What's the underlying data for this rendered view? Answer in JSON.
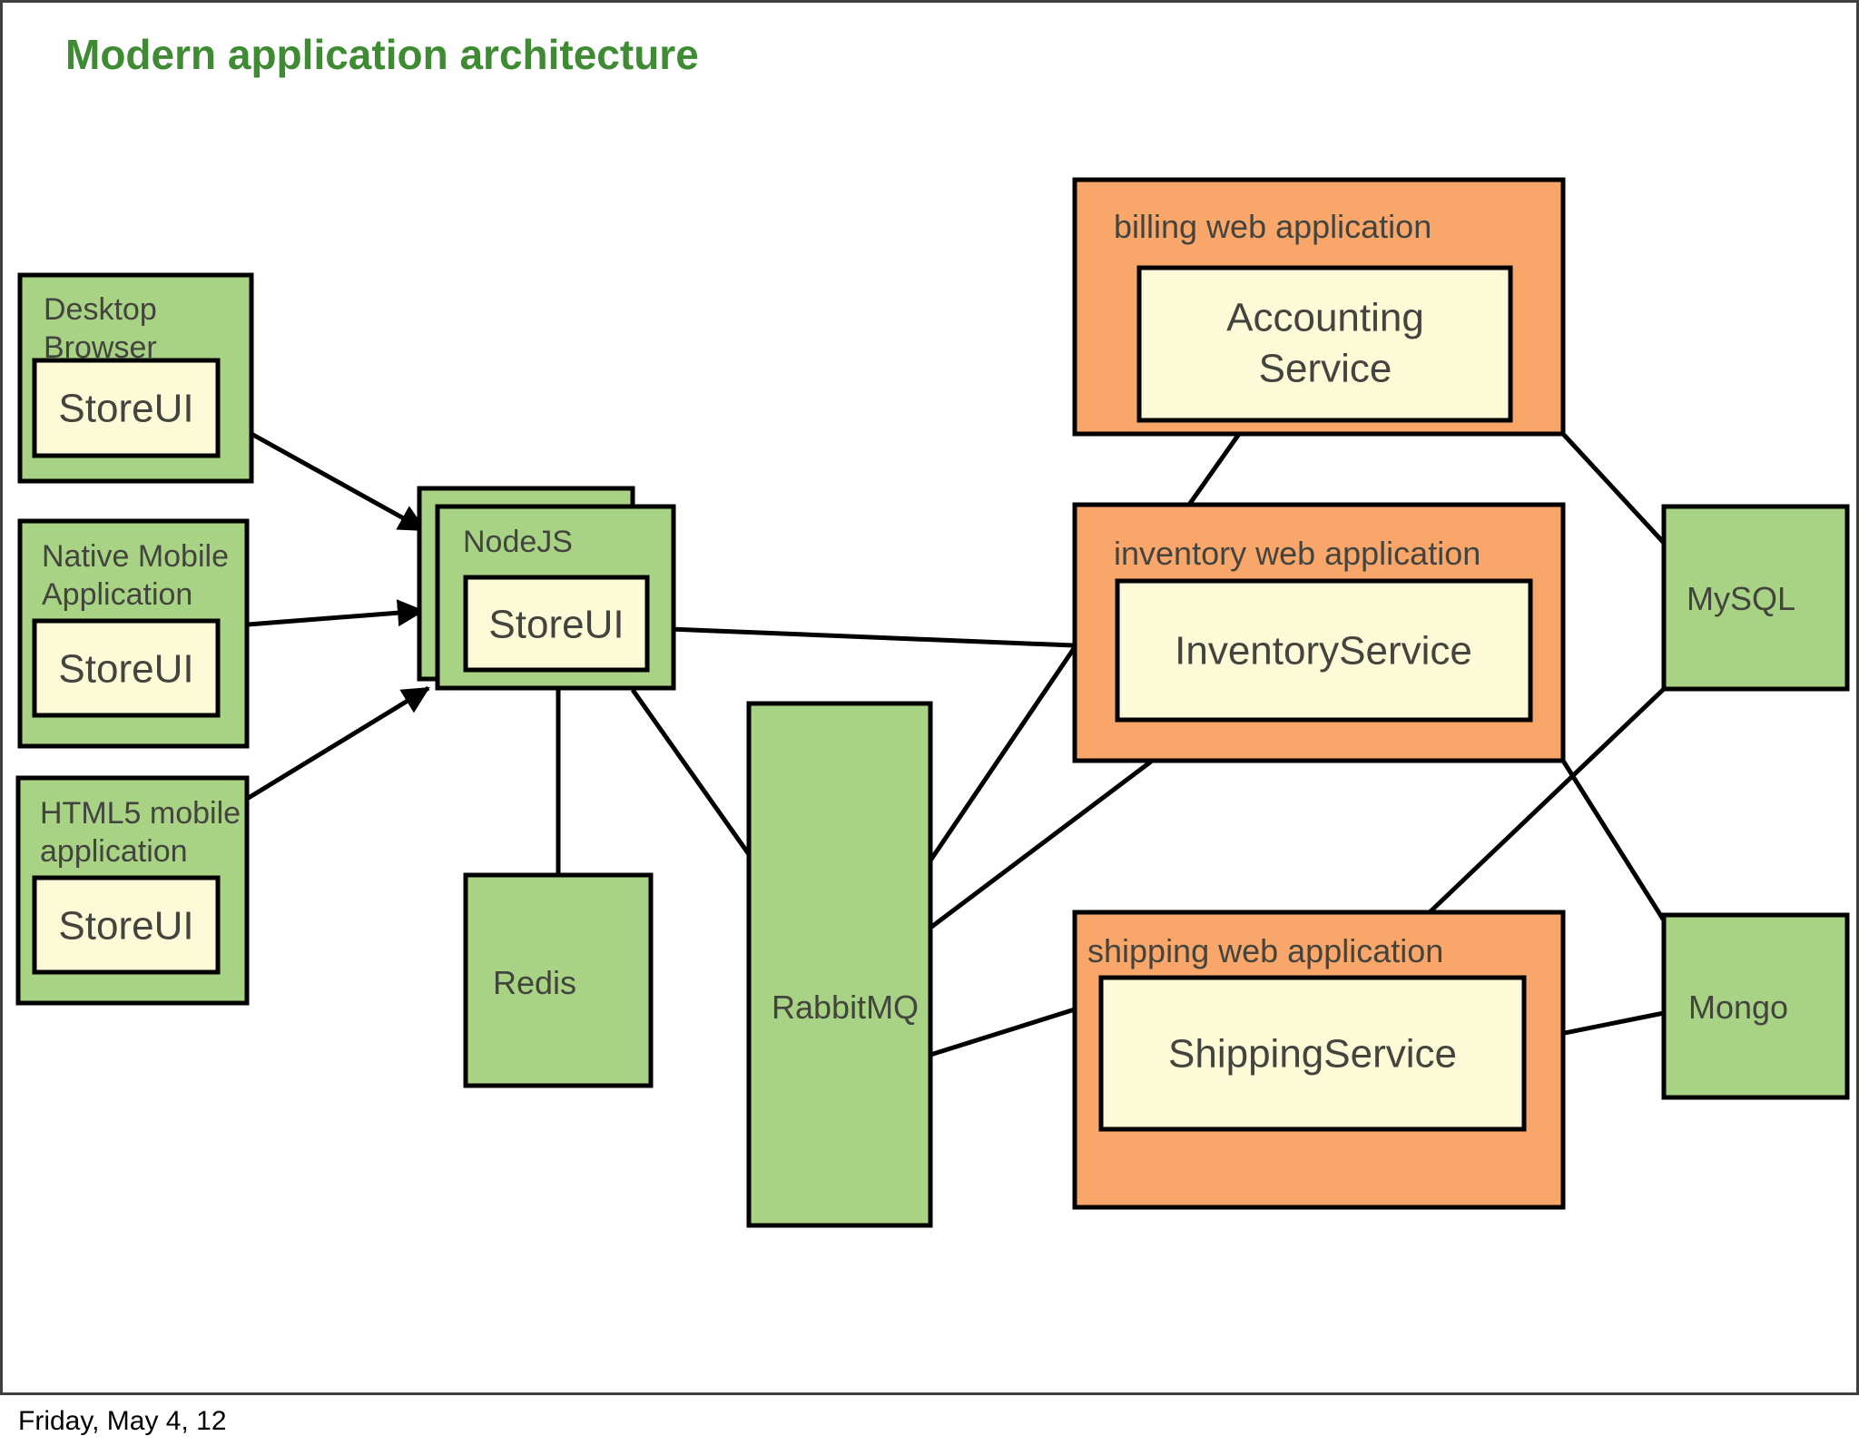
{
  "title": "Modern application architecture",
  "footer": "Friday, May 4, 12",
  "colors": {
    "title_green": "#3e8b33",
    "node_green": "#a8d385",
    "inner_yellow": "#fcfad7",
    "app_orange": "#f9a66b",
    "label_gray": "#44443f",
    "line_black": "#000000"
  },
  "nodes": {
    "desktop_browser": {
      "label": [
        "Desktop",
        "Browser"
      ],
      "inner": "StoreUI"
    },
    "native_mobile": {
      "label": [
        "Native Mobile",
        "Application"
      ],
      "inner": "StoreUI"
    },
    "html5_mobile": {
      "label": [
        "HTML5 mobile",
        "application"
      ],
      "inner": "StoreUI"
    },
    "nodejs": {
      "label": "NodeJS",
      "inner": "StoreUI"
    },
    "redis": {
      "label": "Redis"
    },
    "rabbitmq": {
      "label": "RabbitMQ"
    },
    "billing": {
      "label": "billing web application",
      "inner": [
        "Accounting",
        "Service"
      ]
    },
    "inventory": {
      "label": "inventory web application",
      "inner": "InventoryService"
    },
    "shipping": {
      "label": "shipping web application",
      "inner": "ShippingService"
    },
    "mysql": {
      "label": "MySQL"
    },
    "mongo": {
      "label": "Mongo"
    }
  }
}
